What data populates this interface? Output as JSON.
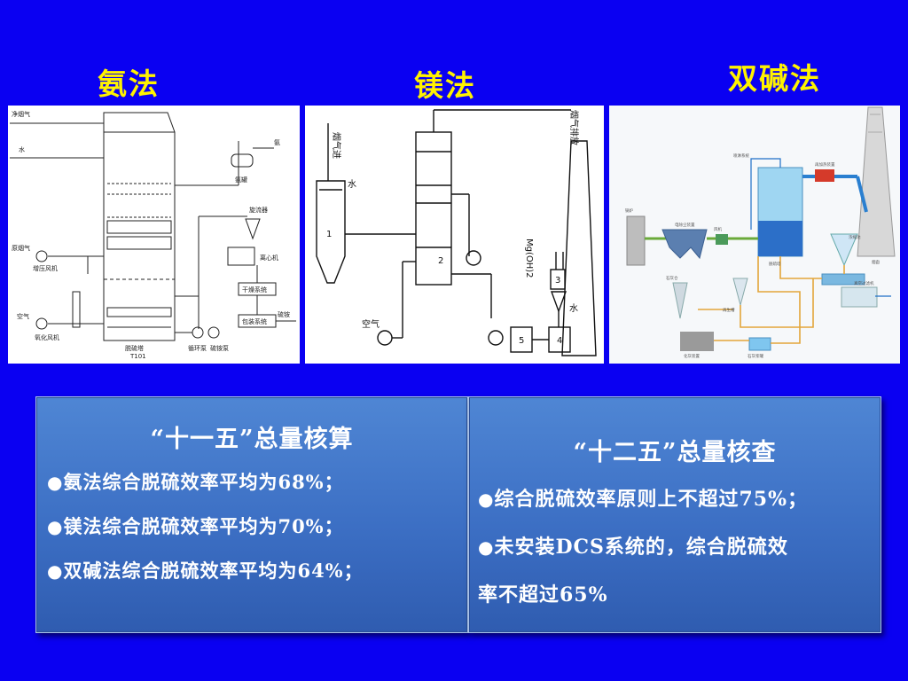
{
  "headings": {
    "ammonia": "氨法",
    "magnesium": "镁法",
    "dual_alkali": "双碱法"
  },
  "diagram_ammonia": {
    "clean_flue_gas": "净烟气",
    "water": "水",
    "raw_flue_gas": "原烟气",
    "booster_fan": "增压风机",
    "air": "空气",
    "oxidation_fan": "氧化风机",
    "ammonia": "氨",
    "ammonia_tank": "氨罐",
    "cyclone": "旋流器",
    "centrifuge": "离心机",
    "drying_system": "干燥系统",
    "packing_system": "包装系统",
    "ammonium_sulfate": "硫铵",
    "tower": "脱硫塔",
    "tower_id": "T101",
    "circ_pump": "循环泵",
    "sulfate_pump": "硫铵泵"
  },
  "diagram_magnesium": {
    "flue_in": "烟气进",
    "flue_out": "烟气排放",
    "water_1": "水",
    "water_2": "水",
    "air": "空气",
    "mgoh": "Mg(OH)2",
    "n1": "1",
    "n2": "2",
    "n3": "3",
    "n4": "4",
    "n5": "5"
  },
  "diagram_dual": {
    "boiler": "锅炉",
    "dust": "电除尘装置",
    "fan": "风机",
    "tower": "脱硫塔",
    "chimney": "烟囱",
    "heat": "再加热装置",
    "thickener": "浓缩池",
    "filter": "真空过滤机",
    "lime": "石灰仓",
    "slaker": "化灰装置",
    "lime_tank": "石灰浆罐",
    "regen": "再生槽",
    "sys": "喷淋系统"
  },
  "box_left": {
    "title": "“十一五”总量核算",
    "bullet": "●",
    "items": [
      "氨法综合脱硫效率平均为68%；",
      "镁法综合脱硫效率平均为70%；",
      "双碱法综合脱硫效率平均为64%；"
    ]
  },
  "box_right": {
    "title": "“十二五”总量核查",
    "bullet": "●",
    "items": [
      "综合脱硫效率原则上不超过75%；",
      "未安装DCS系统的，综合脱硫效",
      "率不超过65%"
    ]
  },
  "colors": {
    "background": "#0a00f2",
    "heading": "#fff200",
    "box": "#4a7fd0"
  }
}
